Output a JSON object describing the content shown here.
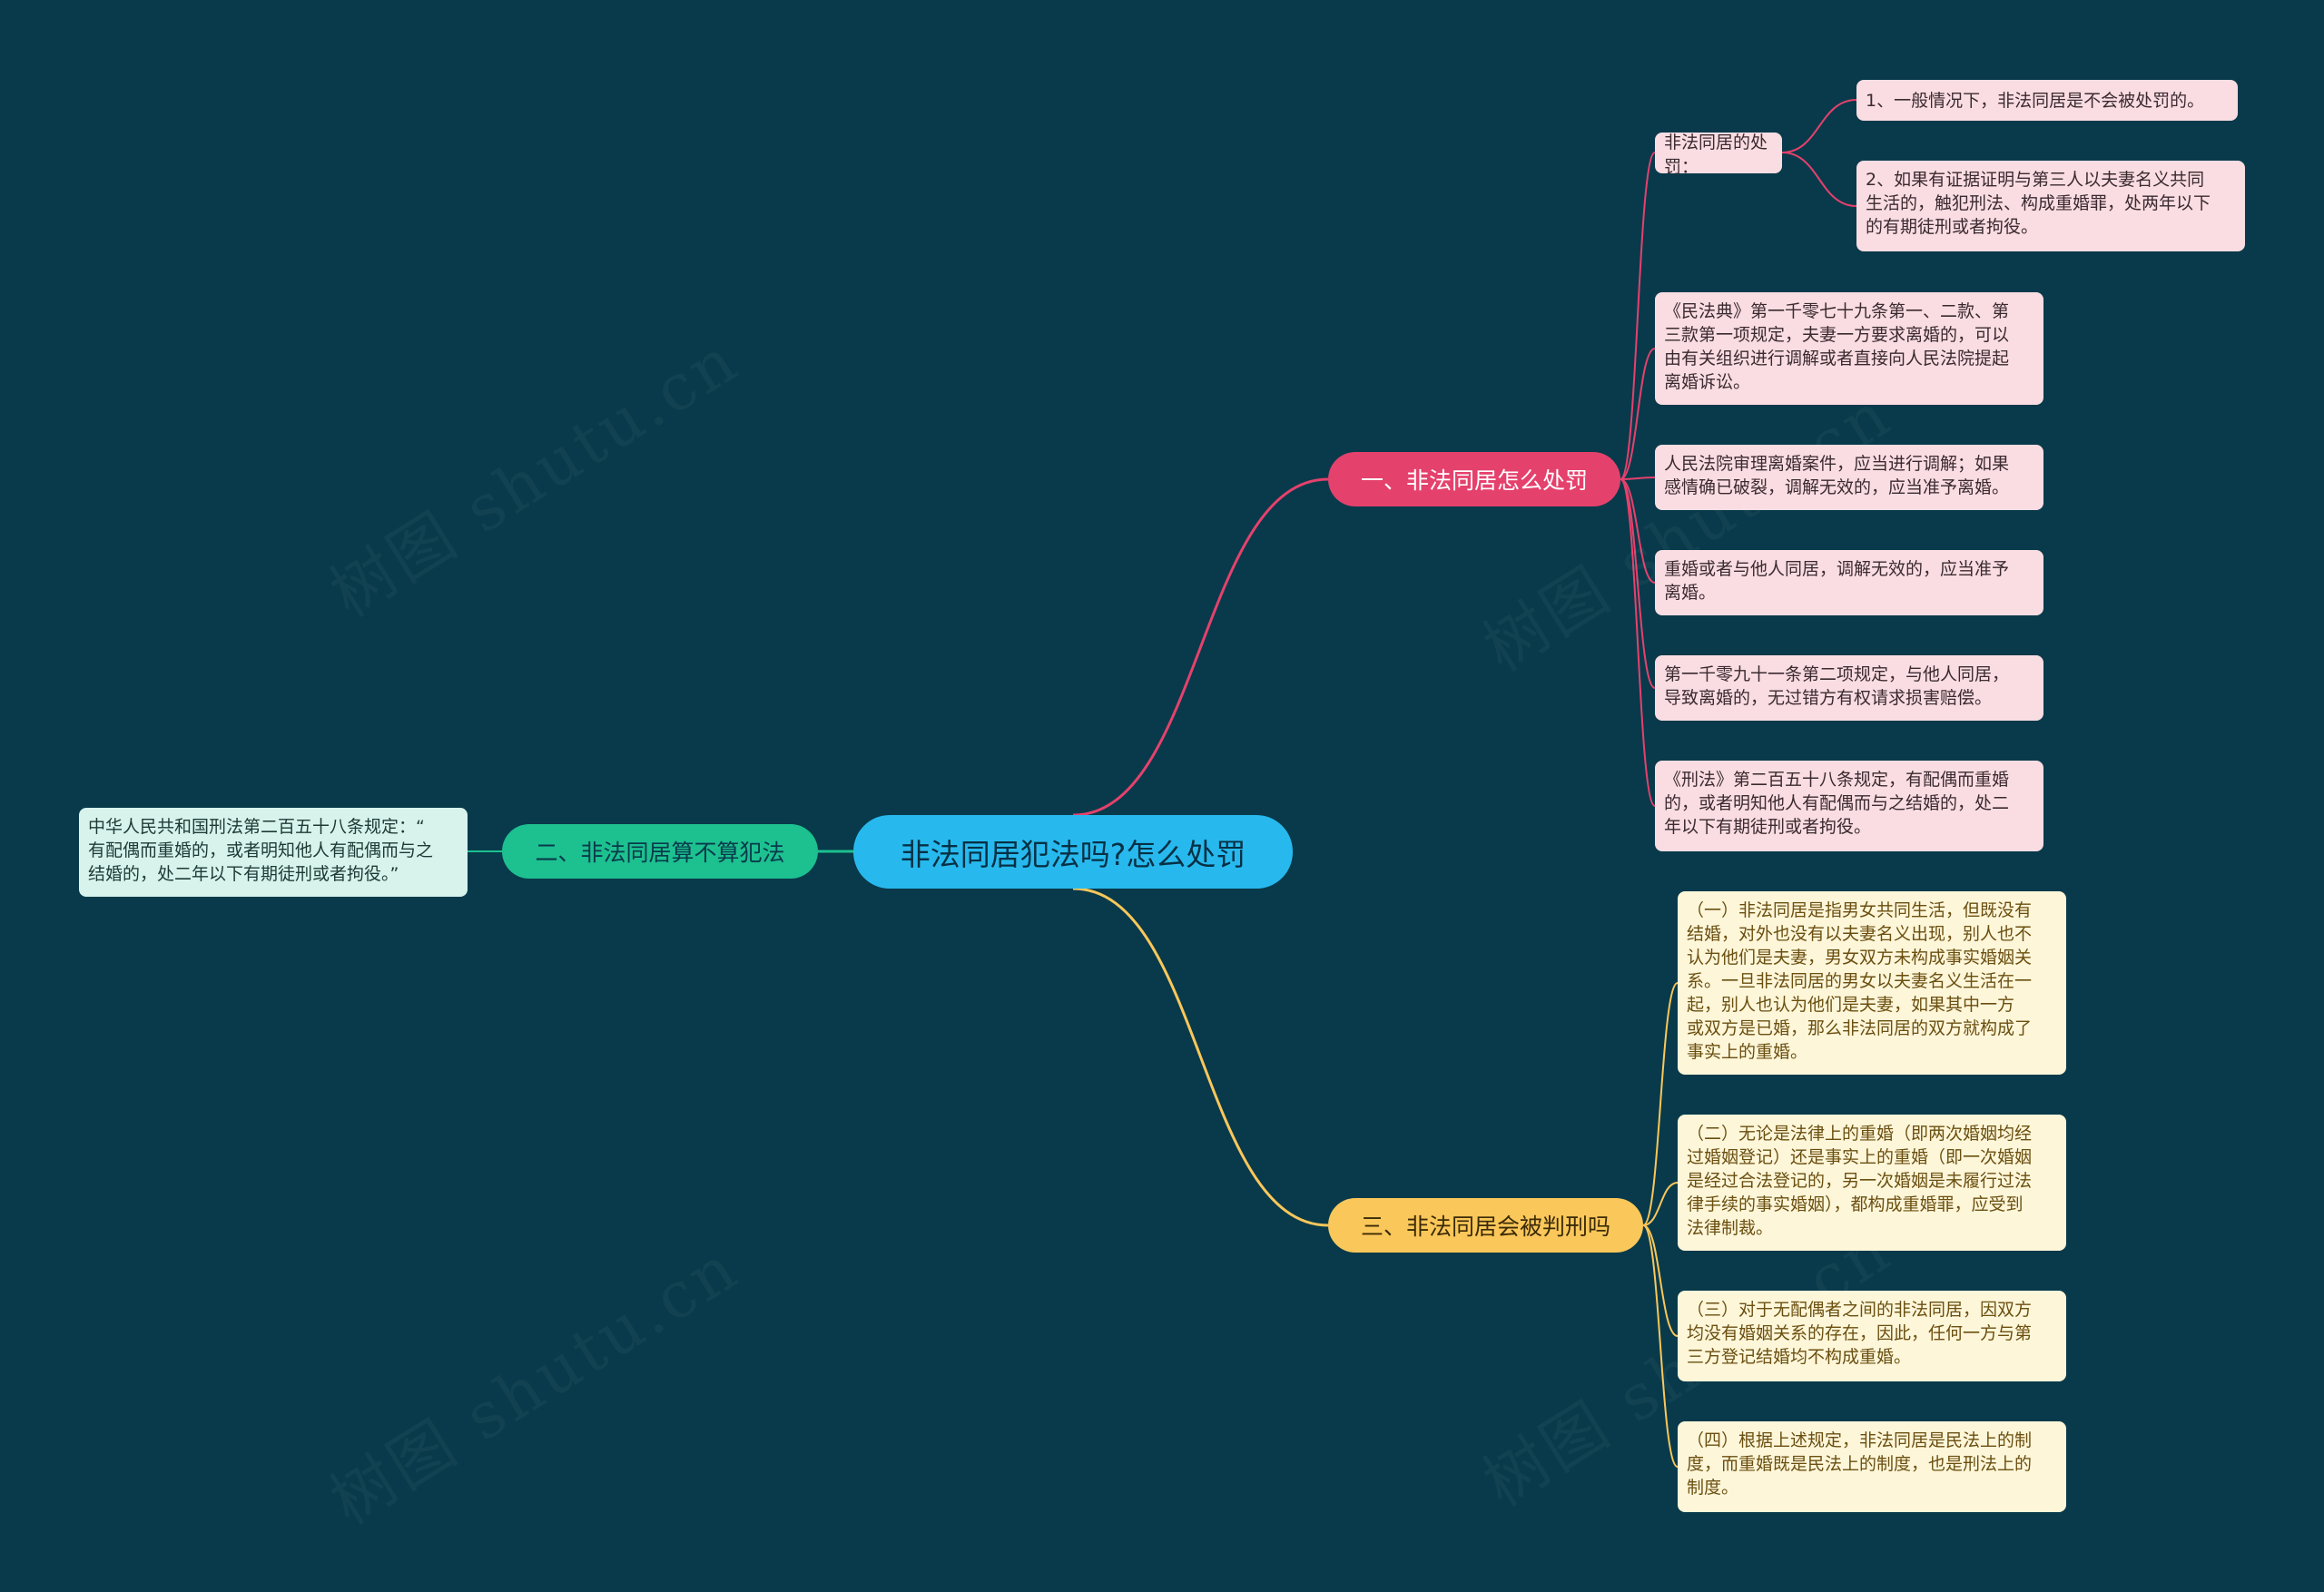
{
  "root": {
    "label": "非法同居犯法吗?怎么处罚"
  },
  "branches": {
    "b1": {
      "label": "一、非法同居怎么处罚",
      "color": "#e5416d"
    },
    "b2": {
      "label": "二、非法同居算不算犯法",
      "color": "#1dc08f"
    },
    "b3": {
      "label": "三、非法同居会被判刑吗",
      "color": "#fac75a"
    }
  },
  "b1_children": {
    "penalty_label": "非法同居的处罚：",
    "penalty_items": [
      "1、一般情况下，非法同居是不会被处罚的。",
      "2、如果有证据证明与第三人以夫妻名义共同\n生活的，触犯刑法、构成重婚罪，处两年以下\n的有期徒刑或者拘役。"
    ],
    "items": [
      "《民法典》第一千零七十九条第一、二款、第\n三款第一项规定，夫妻一方要求离婚的，可以\n由有关组织进行调解或者直接向人民法院提起\n离婚诉讼。",
      "人民法院审理离婚案件，应当进行调解；如果\n感情确已破裂，调解无效的，应当准予离婚。",
      "重婚或者与他人同居，调解无效的，应当准予\n离婚。",
      "第一千零九十一条第二项规定，与他人同居，\n导致离婚的，无过错方有权请求损害赔偿。",
      "《刑法》第二百五十八条规定，有配偶而重婚\n的，或者明知他人有配偶而与之结婚的，处二\n年以下有期徒刑或者拘役。"
    ]
  },
  "b2_children": {
    "items": [
      "中华人民共和国刑法第二百五十八条规定：“\n有配偶而重婚的，或者明知他人有配偶而与之\n结婚的，处二年以下有期徒刑或者拘役。”"
    ]
  },
  "b3_children": {
    "items": [
      "（一）非法同居是指男女共同生活，但既没有\n结婚，对外也没有以夫妻名义出现，别人也不\n认为他们是夫妻，男女双方未构成事实婚姻关\n系。一旦非法同居的男女以夫妻名义生活在一\n起，别人也认为他们是夫妻，如果其中一方\n或双方是已婚，那么非法同居的双方就构成了\n事实上的重婚。",
      "（二）无论是法律上的重婚（即两次婚姻均经\n过婚姻登记）还是事实上的重婚（即一次婚姻\n是经过合法登记的，另一次婚姻是未履行过法\n律手续的事实婚姻），都构成重婚罪，应受到\n法律制裁。",
      "（三）对于无配偶者之间的非法同居，因双方\n均没有婚姻关系的存在，因此，任何一方与第\n三方登记结婚均不构成重婚。",
      "（四）根据上述规定，非法同居是民法上的制\n度，而重婚既是民法上的制度，也是刑法上的\n制度。"
    ]
  },
  "watermark": {
    "text": "树图 shutu.cn"
  }
}
